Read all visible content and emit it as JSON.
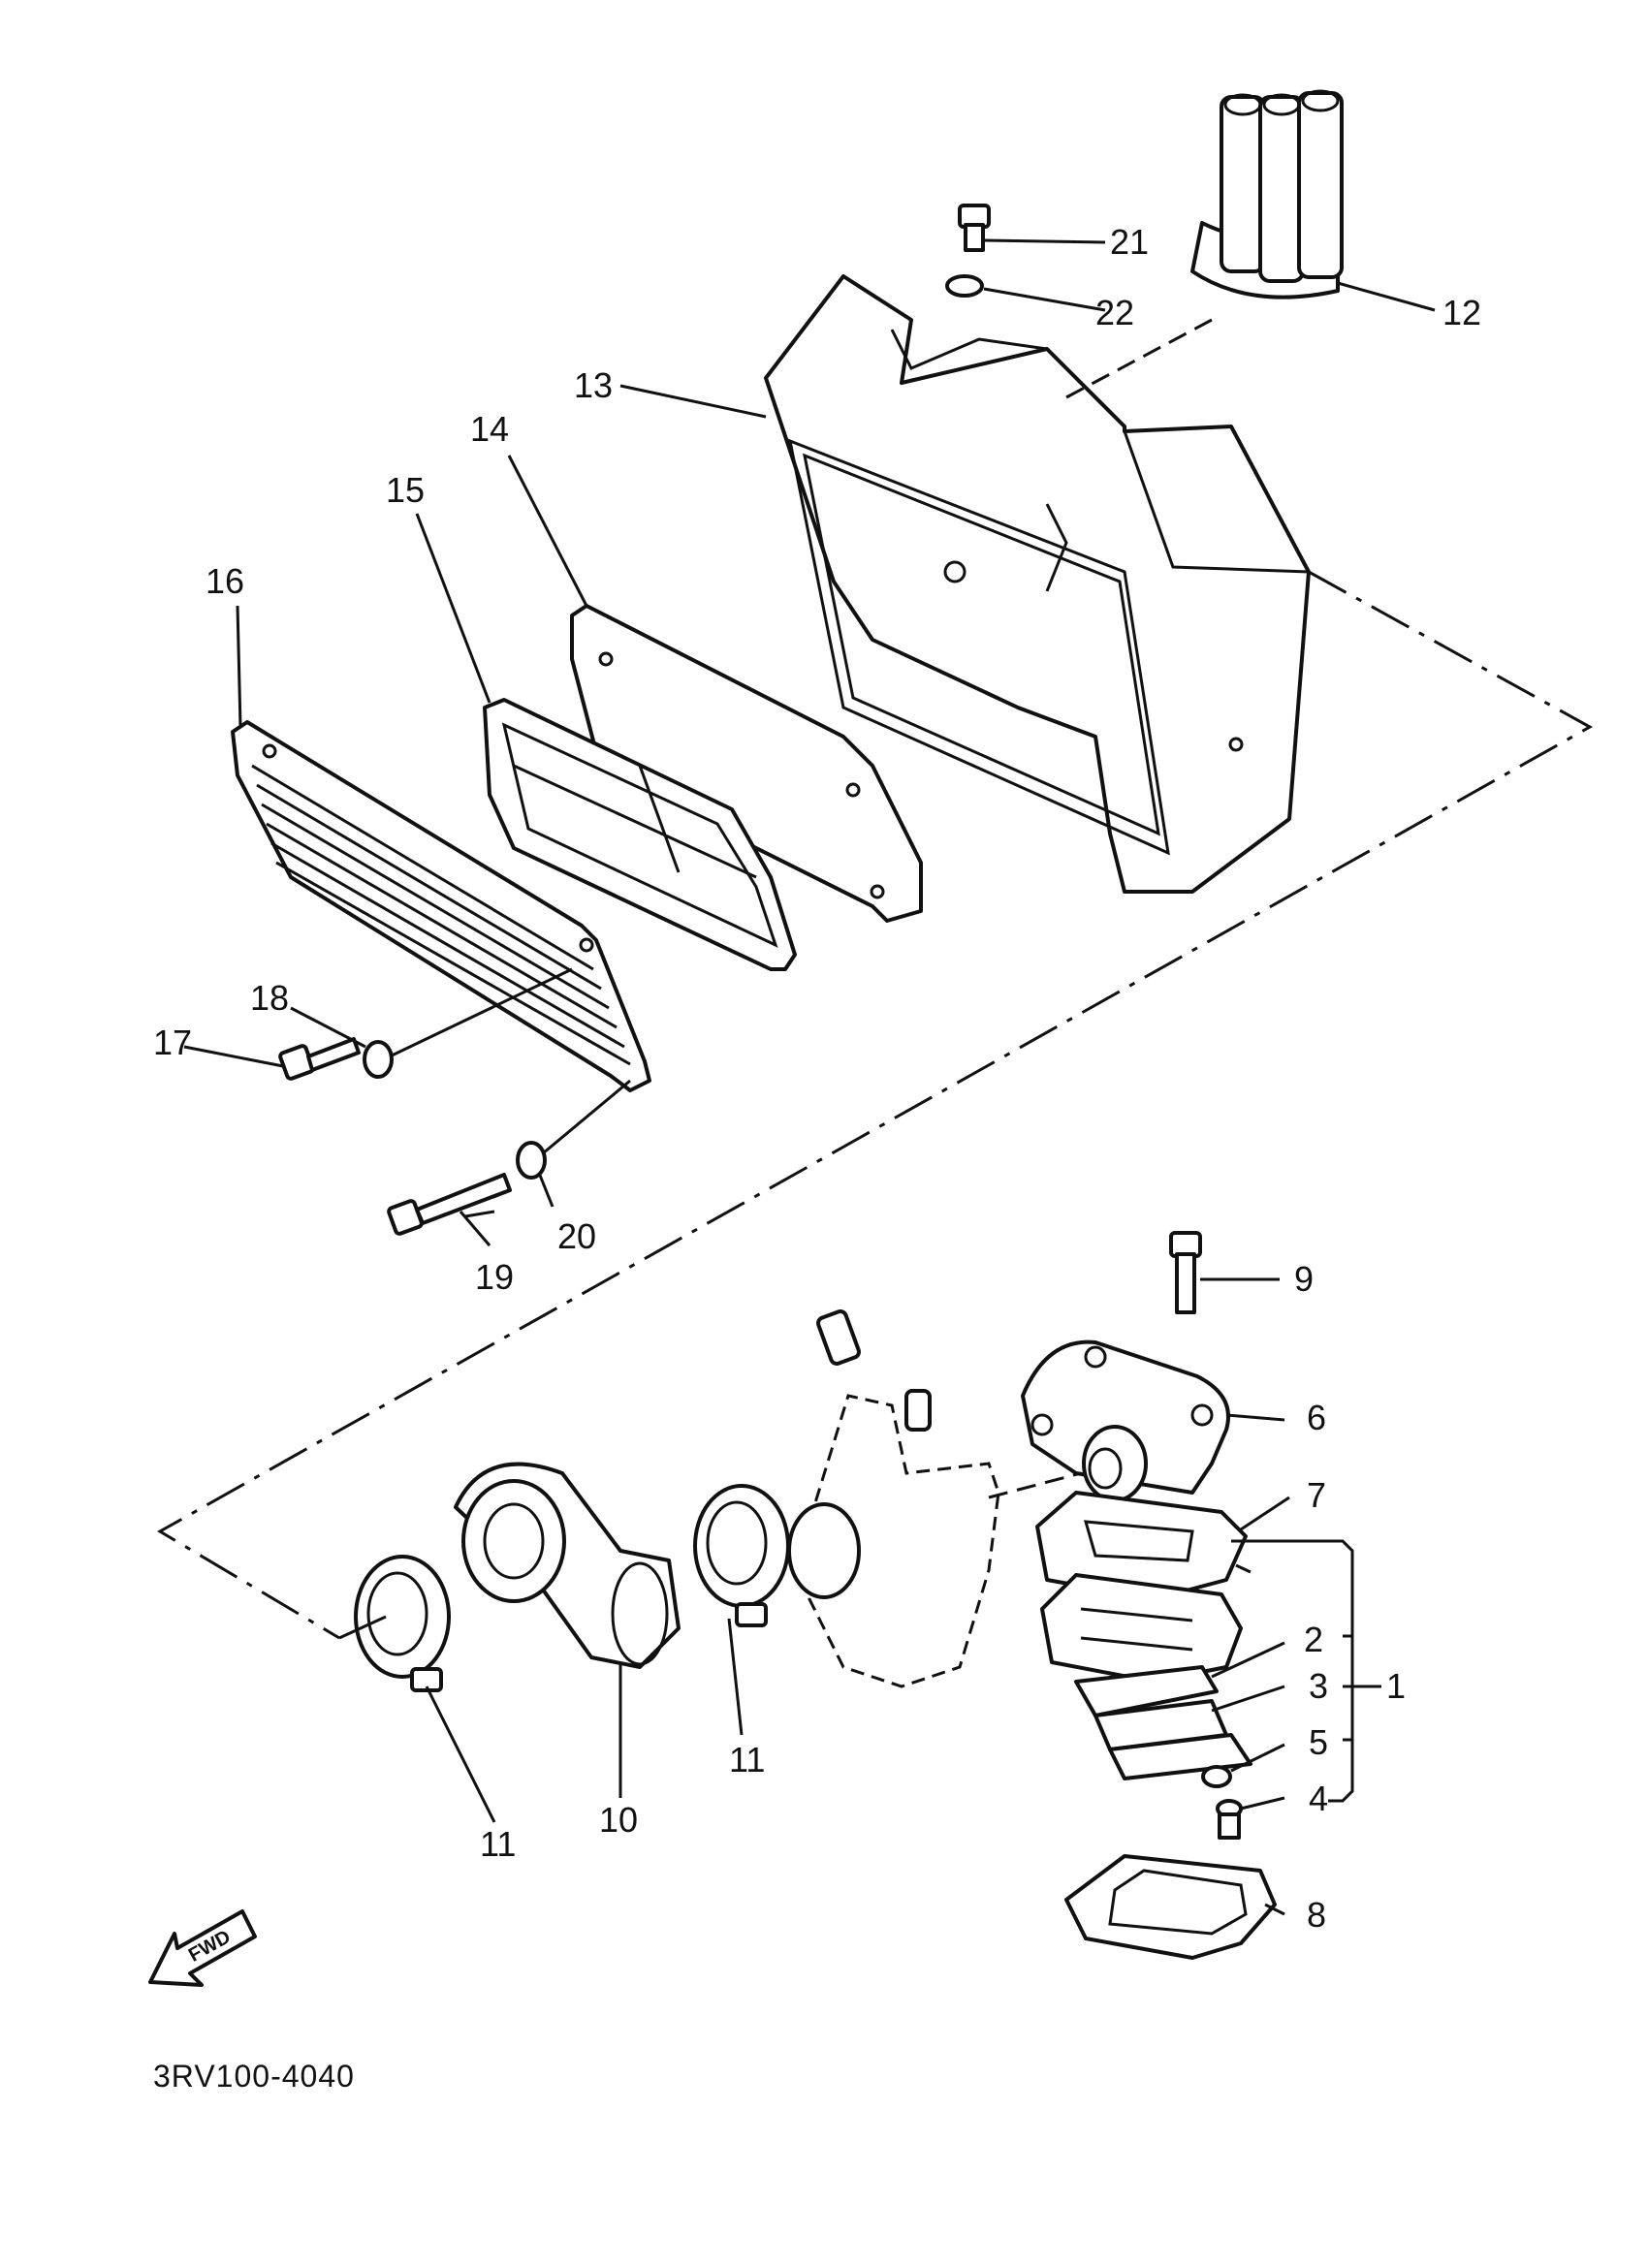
{
  "diagram": {
    "code": "3RV100-4040",
    "direction_marker": "FWD",
    "callouts": {
      "p1": "1",
      "p2": "2",
      "p3": "3",
      "p4": "4",
      "p5": "5",
      "p6": "6",
      "p7": "7",
      "p8": "8",
      "p9": "9",
      "p10": "10",
      "p11": "11",
      "p12": "12",
      "p13": "13",
      "p14": "14",
      "p15": "15",
      "p16": "16",
      "p17": "17",
      "p18": "18",
      "p19": "19",
      "p20": "20",
      "p21": "21",
      "p22": "22"
    }
  }
}
